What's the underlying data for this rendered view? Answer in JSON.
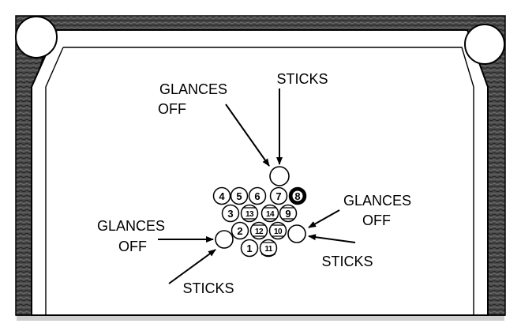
{
  "labels": {
    "top_glances_1": "GLANCES",
    "top_glances_2": "OFF",
    "top_sticks": "STICKS",
    "right_glances_1": "GLANCES",
    "right_glances_2": "OFF",
    "right_sticks": "STICKS",
    "left_glances_1": "GLANCES",
    "left_glances_2": "OFF",
    "bottom_sticks": "STICKS"
  },
  "rack": {
    "row1": [
      "4",
      "5",
      "6",
      "7",
      "8"
    ],
    "row2": [
      "3",
      "13",
      "14",
      "9"
    ],
    "row3": [
      "2",
      "12",
      "10"
    ],
    "row4": [
      "1",
      "11"
    ]
  },
  "colors": {
    "ink": "#000000",
    "cloth": "#ffffff",
    "rail_wood": "#3a3a3a"
  }
}
